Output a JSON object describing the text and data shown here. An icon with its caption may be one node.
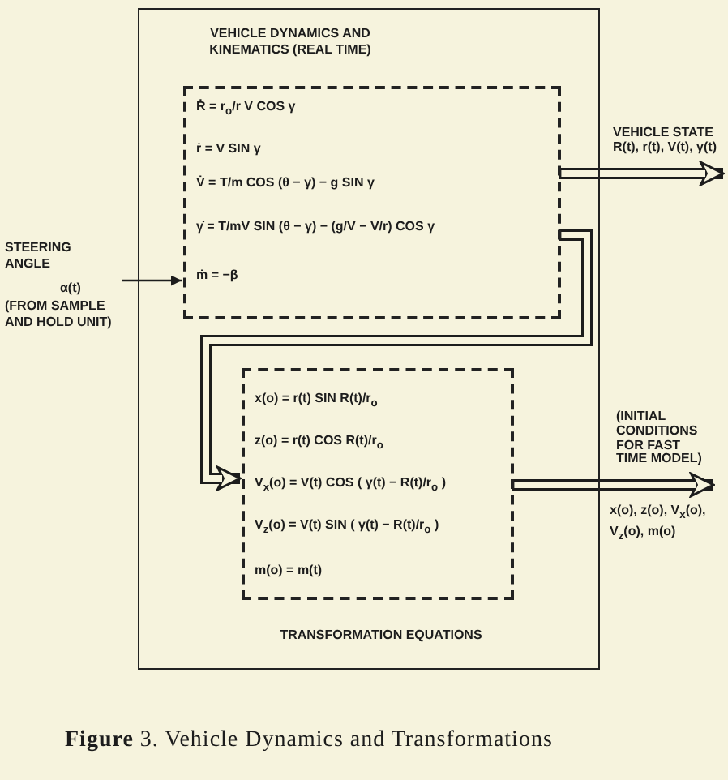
{
  "diagram": {
    "caption": "**Figure** 3.  Vehicle Dynamics and Transformations",
    "nodes": [
      {
        "text": [
          "VEHICLE DYNAMICS AND KINEMATICS (REAL TIME)"
        ]
      },
      {
        "text": [
          "Ṙ = r$_{o}$/r V COS γ",
          "ṙ = V SIN γ",
          "V̇ = T/m COS (θ − γ) − g SIN γ",
          "γ̇ = T/mV SIN (θ − γ) − (g/V − V/r) COS γ",
          "ṁ = −β"
        ],
        "in": 0
      },
      {
        "text": [
          "x(o) = r(t) SIN R(t)/r$_{o}$",
          "z(o) = r(t) COS R(t)/r$_{o}$",
          "V$_{x}$(o) = V(t) COS ( γ(t) − R(t)/r$_{o}$ )",
          "V$_{z}$(o) = V(t) SIN ( γ(t) − R(t)/r$_{o}$ )",
          "m(o) = m(t)"
        ],
        "in": 0,
        "beside": [
          "TRANSFORMATION EQUATIONS"
        ]
      },
      {
        "text": [
          "STEERING ANGLE",
          "α(t)",
          "(FROM SAMPLE AND HOLD UNIT)"
        ]
      },
      {
        "text": [
          "VEHICLE STATE",
          "R(t), r(t), V(t), γ(t)"
        ]
      },
      {
        "text": [
          "(INITIAL CONDITIONS FOR FAST TIME MODEL)"
        ]
      }
    ],
    "edges": [
      {
        "from": 3,
        "to": 1,
        "arrow": "to"
      },
      {
        "from": 1,
        "to": 4,
        "arrow": "to"
      },
      {
        "from": 1,
        "to": 2,
        "arrow": "to"
      },
      {
        "from": 2,
        "to": 5,
        "arrow": "to"
      }
    ],
    "labels": [
      "x(o), z(o), V$_{x}$(o), V$_{z}$(o), m(o)"
    ]
  }
}
